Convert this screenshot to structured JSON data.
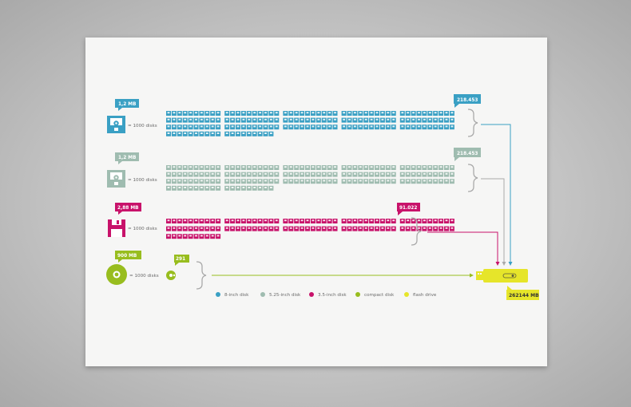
{
  "colors": {
    "eight_inch": "#3aa0c4",
    "five_inch": "#9fbcb0",
    "three_inch": "#c8126a",
    "cd": "#98bd1e",
    "flash": "#e6e52a",
    "brace": "#a9a9a9"
  },
  "rows": [
    {
      "key": "eight_inch",
      "capacity": "1,2 MB",
      "eq": "= 1000 disks",
      "count_label": "218.453",
      "icon": "floppy-8inch-icon"
    },
    {
      "key": "five_inch",
      "capacity": "1,2 MB",
      "eq": "= 1000 disks",
      "count_label": "218.453",
      "icon": "floppy-525inch-icon"
    },
    {
      "key": "three_inch",
      "capacity": "2,88 MB",
      "eq": "= 1000 disks",
      "count_label": "91.022",
      "icon": "floppy-35inch-icon"
    },
    {
      "key": "cd",
      "capacity": "900 MB",
      "eq": "= 1000 disks",
      "count_label": "291",
      "icon": "compact-disc-icon"
    }
  ],
  "flash": {
    "capacity": "262144 MB",
    "icon": "usb-flash-drive-icon"
  },
  "legend": [
    {
      "key": "eight_inch",
      "label": "8-inch disk"
    },
    {
      "key": "five_inch",
      "label": "5.25-inch disk"
    },
    {
      "key": "three_inch",
      "label": "3.5-inch disk"
    },
    {
      "key": "cd",
      "label": "compact disk"
    },
    {
      "key": "flash",
      "label": "flash drive"
    }
  ]
}
